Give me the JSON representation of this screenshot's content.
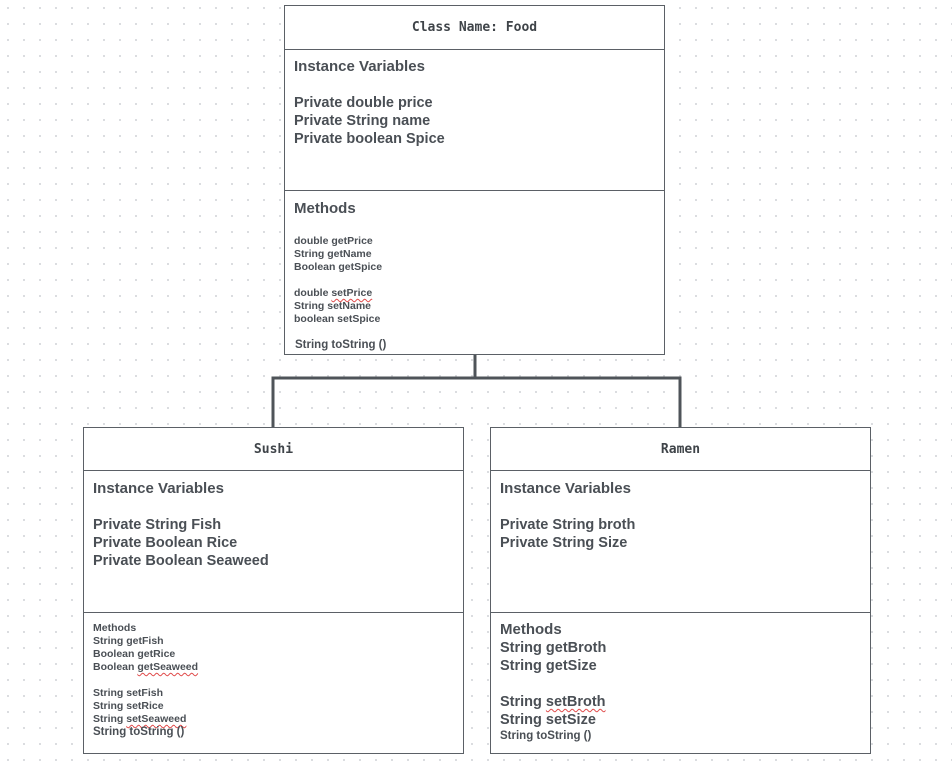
{
  "diagram": {
    "food": {
      "title": "Class Name: Food",
      "vars_header": "Instance Variables",
      "vars": [
        "Private double price",
        "Private String name",
        "Private boolean Spice"
      ],
      "methods_header": "Methods",
      "getters": [
        "double getPrice",
        "String getName",
        "Boolean getSpice"
      ],
      "setters_plain": [
        "double ",
        "String setName",
        "boolean setSpice"
      ],
      "setter_squiggle": "setPrice",
      "tostring": "String toString ()"
    },
    "sushi": {
      "title": "Sushi",
      "vars_header": "Instance Variables",
      "vars": [
        "Private String Fish",
        "Private Boolean Rice",
        "Private Boolean Seaweed"
      ],
      "methods_header": "Methods",
      "getters": [
        "String getFish",
        "Boolean getRice",
        "Boolean "
      ],
      "getter_squiggle": "getSeaweed",
      "setters": [
        "String setFish",
        "String setRice",
        "String "
      ],
      "setter_squiggle": "setSeaweed",
      "tostring": "String toString ()"
    },
    "ramen": {
      "title": "Ramen",
      "vars_header": "Instance Variables",
      "vars": [
        "Private String broth",
        "Private String Size"
      ],
      "methods_header": "Methods",
      "getters": [
        "String getBroth",
        "String getSize"
      ],
      "setter_prefix": "String ",
      "setter_squiggle": "setBroth",
      "setter2": "String setSize",
      "tostring": "String toString ()"
    },
    "colors": {
      "line": "#4f5459",
      "text": "#4a4f55",
      "squiggle": "#e04a4a"
    }
  }
}
